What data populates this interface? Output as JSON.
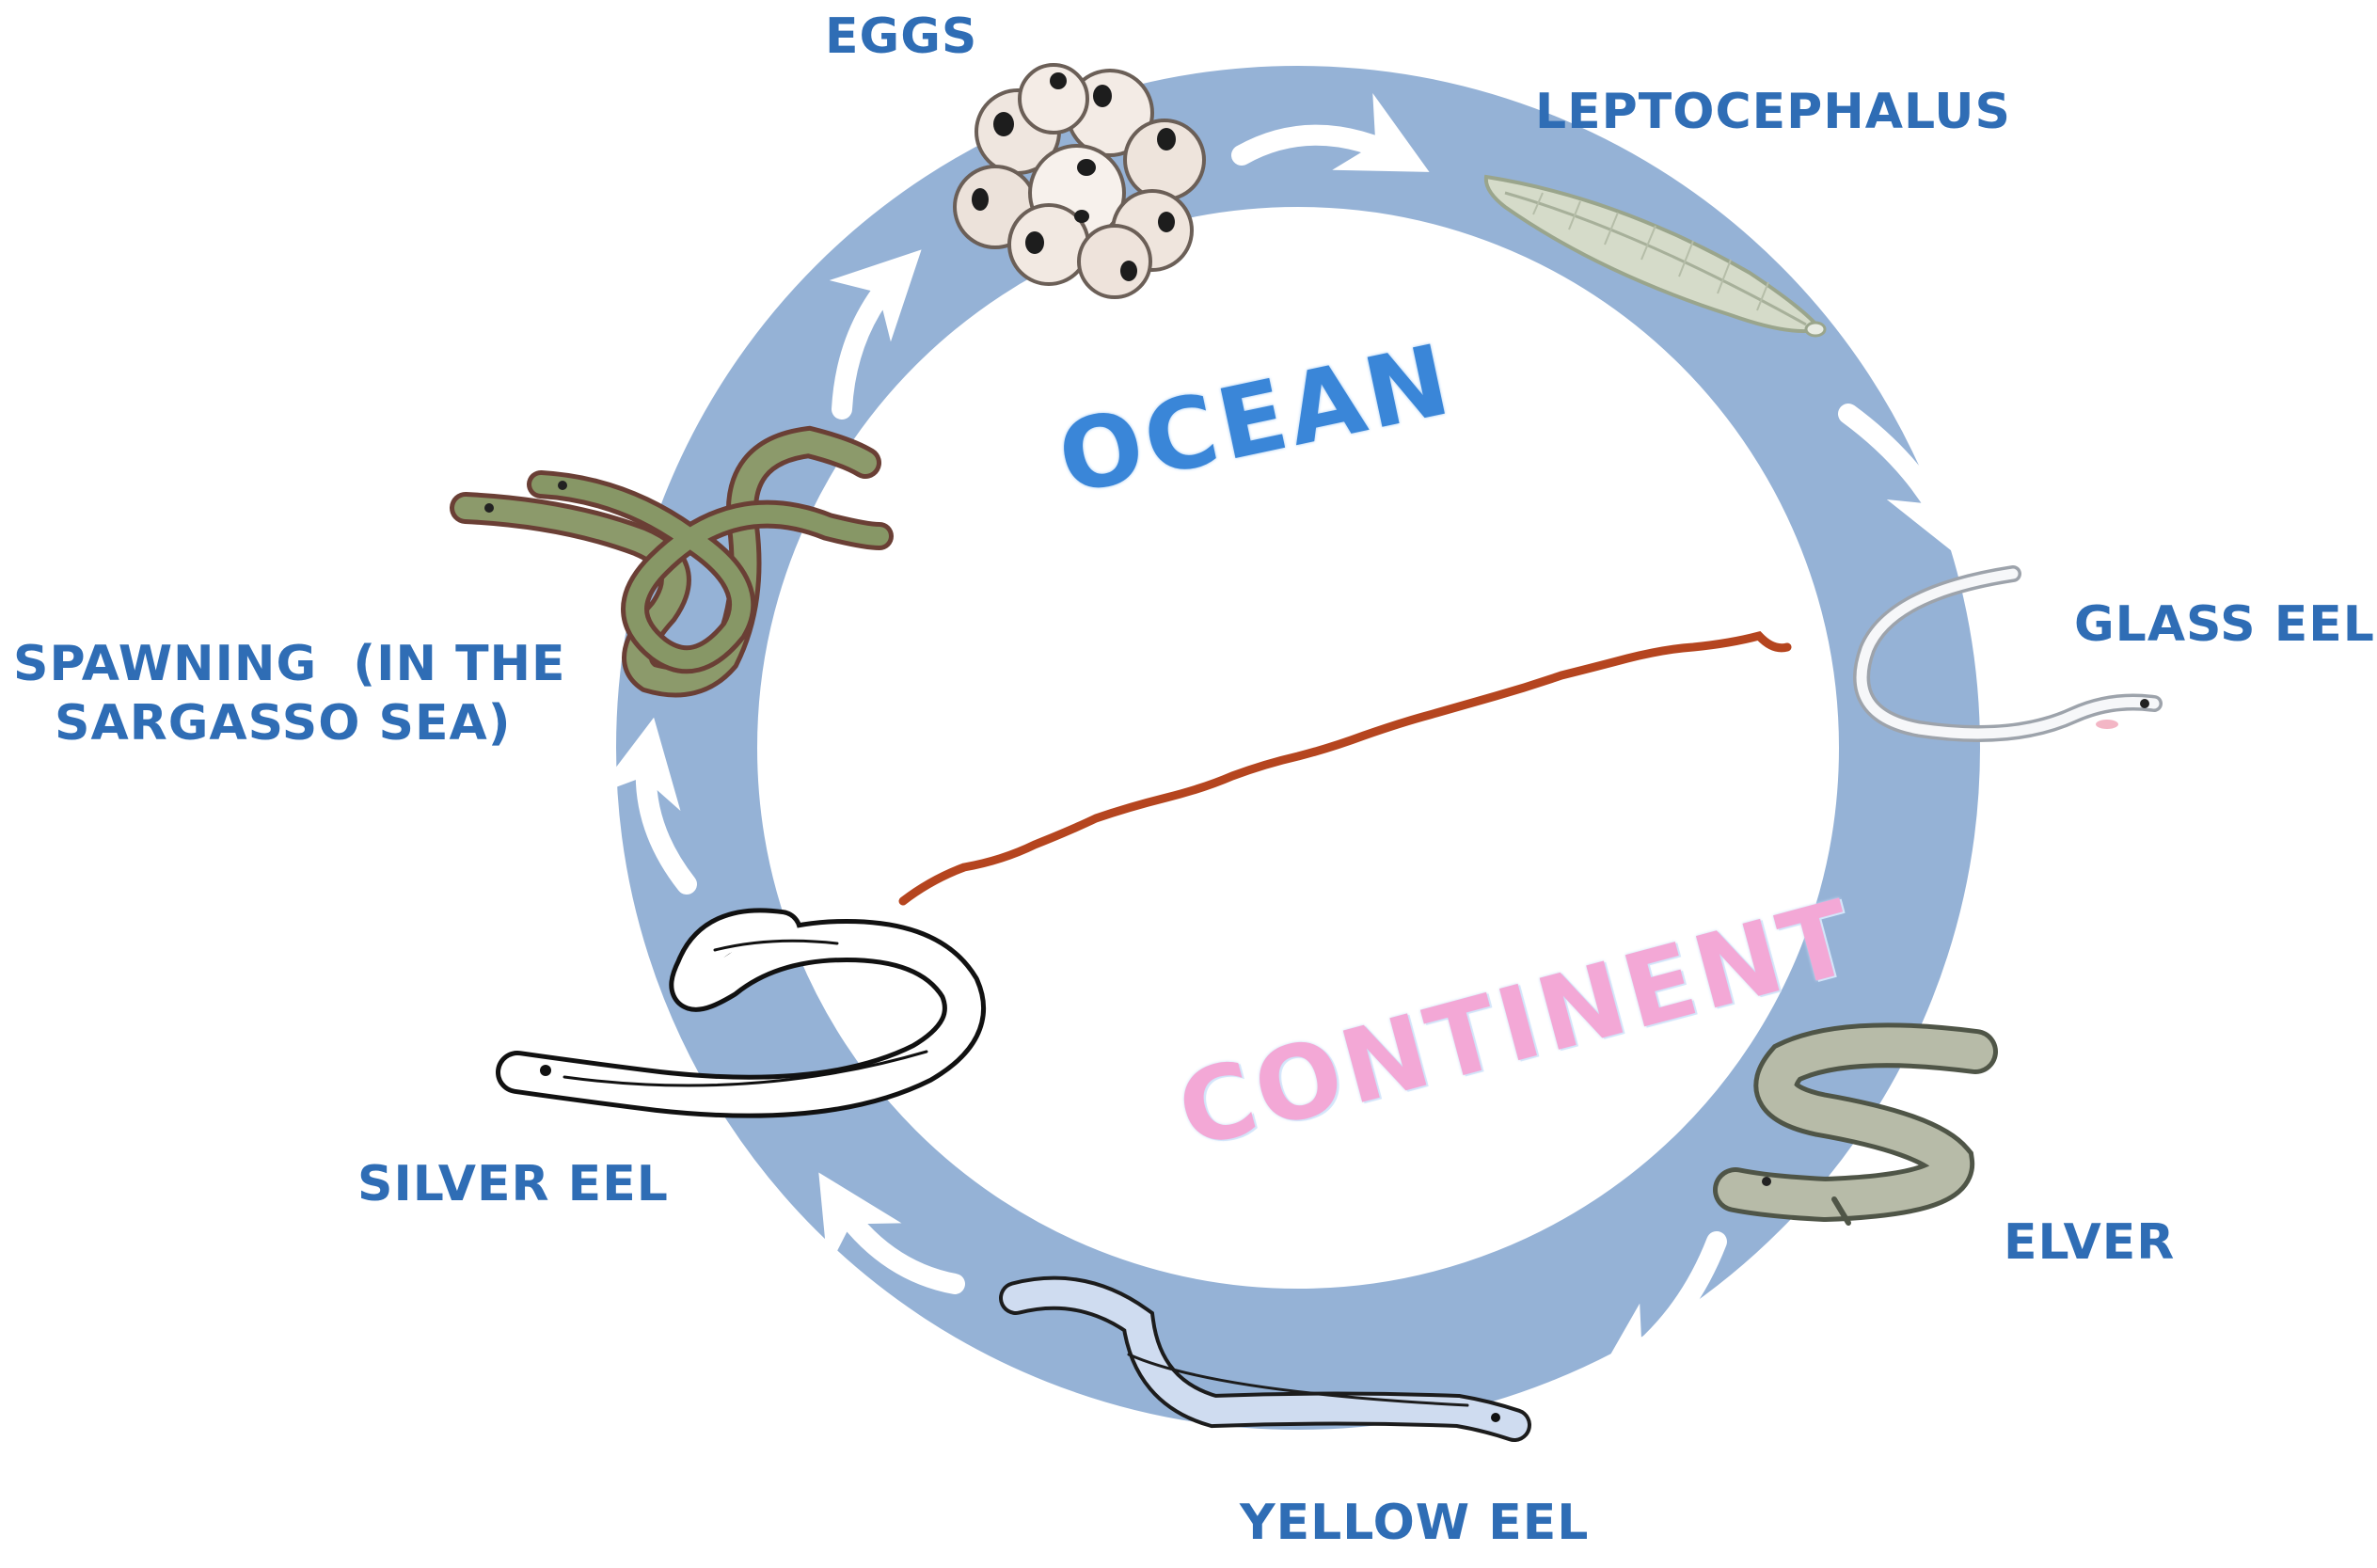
{
  "diagram": {
    "zones": {
      "ocean": "OCEAN",
      "continent": "CONTINENT"
    },
    "stages": {
      "eggs": "EGGS",
      "leptocephalus": "LEPTOCEPHALUS",
      "glass_eel": "GLASS EEL",
      "elver": "ELVER",
      "yellow_eel": "YELLOW EEL",
      "silver_eel": "SILVER EEL",
      "spawning_line1": "SPAWNING  (IN THE",
      "spawning_line2": "SARGASSO SEA)"
    },
    "colors": {
      "ring": "#95b2d6",
      "label": "#2f6db5",
      "ocean_text": "#3a86d8",
      "continent_text": "#f3a8d6",
      "boundary_line": "#b5451f"
    }
  }
}
